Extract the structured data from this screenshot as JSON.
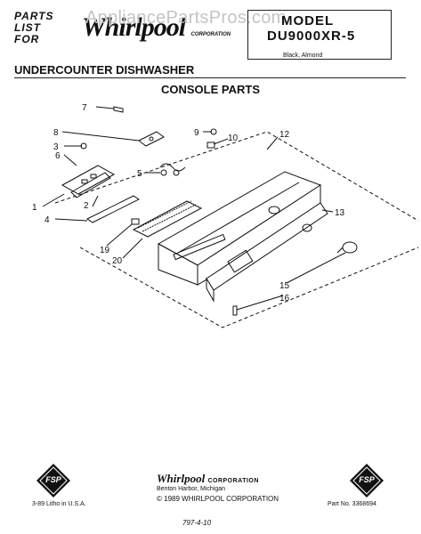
{
  "header": {
    "parts_list_lines": [
      "PARTS",
      "LIST",
      "FOR"
    ],
    "brand": "Whirlpool",
    "brand_mark": "CORPORATION",
    "watermark": "AppliancePartsPros.com",
    "model_label": "MODEL",
    "model_number": "DU9000XR-5",
    "model_colors": "Black, Almond",
    "subtitle": "UNDERCOUNTER DISHWASHER"
  },
  "section_title": "CONSOLE PARTS",
  "callouts": [
    {
      "label": "7"
    },
    {
      "label": "8"
    },
    {
      "label": "3"
    },
    {
      "label": "6"
    },
    {
      "label": "9"
    },
    {
      "label": "10"
    },
    {
      "label": "12"
    },
    {
      "label": "5"
    },
    {
      "label": "1"
    },
    {
      "label": "2"
    },
    {
      "label": "4"
    },
    {
      "label": "13"
    },
    {
      "label": "19"
    },
    {
      "label": "20"
    },
    {
      "label": "15"
    },
    {
      "label": "16"
    }
  ],
  "footer": {
    "fsp_mark": "FSP",
    "brand": "Whirlpool",
    "brand_corp": "CORPORATION",
    "address": "Benton Harbor, Michigan",
    "copyright": "© 1989 WHIRLPOOL CORPORATION",
    "litho": "3-89  Litho in U.S.A.",
    "part_no": "Part No. 3368694",
    "handwritten": "797-4-10"
  }
}
